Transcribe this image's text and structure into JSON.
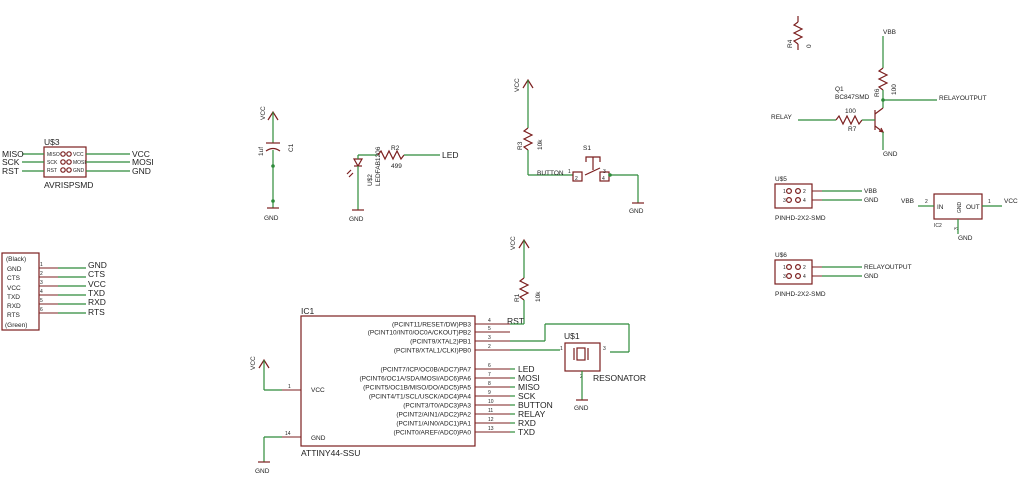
{
  "parts": {
    "u3": {
      "name": "U$3",
      "value": "AVRISPSMD",
      "pads": [
        "MISO",
        "SCK",
        "RST",
        "VCC",
        "MOSI",
        "GND"
      ],
      "left_nets": [
        "MISO",
        "SCK",
        "RST"
      ],
      "right_nets": [
        "VCC",
        "MOSI",
        "GND"
      ]
    },
    "ftdi": {
      "top": "(Black)",
      "bottom": "(Green)",
      "pins": [
        "GND",
        "CTS",
        "VCC",
        "TXD",
        "RXD",
        "RTS"
      ],
      "pin_nums": [
        "1",
        "2",
        "3",
        "4",
        "5",
        "6"
      ],
      "nets": [
        "GND",
        "CTS",
        "VCC",
        "TXD",
        "RXD",
        "RTS"
      ]
    },
    "c1": {
      "name": "C1",
      "value": "1uf",
      "top_net": "VCC",
      "bottom_net": "GND"
    },
    "u2": {
      "name": "U$2",
      "value": "LEDFAB1206",
      "bottom_net": "GND"
    },
    "r2": {
      "name": "R2",
      "value": "499",
      "net": "LED"
    },
    "r3": {
      "name": "R3",
      "value": "10k",
      "top_net": "VCC",
      "net": "BUTTON"
    },
    "s1": {
      "name": "S1",
      "pins": [
        "1",
        "2",
        "3",
        "4"
      ],
      "right_net": "GND"
    },
    "r1": {
      "name": "R1",
      "value": "10k",
      "top_net": "VCC",
      "net": "RST"
    },
    "ic1": {
      "name": "IC1",
      "value": "ATTINY44-SSU",
      "left_pins": [
        {
          "num": "1",
          "name": "VCC",
          "net": "VCC"
        },
        {
          "num": "14",
          "name": "GND",
          "net": "GND"
        }
      ],
      "right_pins": [
        {
          "num": "4",
          "name": "(PCINT11/RESET/DW)PB3",
          "net": "RST"
        },
        {
          "num": "5",
          "name": "(PCINT10/INT0/OC0A/CKOUT)PB2",
          "net": ""
        },
        {
          "num": "3",
          "name": "(PCINT9/XTAL2)PB1",
          "net": ""
        },
        {
          "num": "2",
          "name": "(PCINT8/XTAL1/CLKI)PB0",
          "net": ""
        },
        {
          "num": "6",
          "name": "(PCINT7/ICP/OC0B/ADC7)PA7",
          "net": "LED"
        },
        {
          "num": "7",
          "name": "(PCINT6/OC1A/SDA/MOSI/ADC6)PA6",
          "net": "MOSI"
        },
        {
          "num": "8",
          "name": "(PCINT5/OC1B/MISO/DO/ADC5)PA5",
          "net": "MISO"
        },
        {
          "num": "9",
          "name": "(PCINT4/T1/SCL/USCK/ADC4)PA4",
          "net": "SCK"
        },
        {
          "num": "10",
          "name": "(PCINT3/T0/ADC3)PA3",
          "net": "BUTTON"
        },
        {
          "num": "11",
          "name": "(PCINT2/AIN1/ADC2)PA2",
          "net": "RELAY"
        },
        {
          "num": "12",
          "name": "(PCINT1/AIN0/ADC1)PA1",
          "net": "RXD"
        },
        {
          "num": "13",
          "name": "(PCINT0/AREF/ADC0)PA0",
          "net": "TXD"
        }
      ]
    },
    "u1": {
      "name": "U$1",
      "value": "RESONATOR",
      "pins": [
        "1",
        "2",
        "3"
      ],
      "bottom_net": "GND"
    },
    "r4": {
      "name": "R4",
      "value": "0"
    },
    "q1": {
      "name": "Q1",
      "value": "BC847SMD",
      "top_net": "VBB",
      "bottom_net": "GND",
      "out_net": "RELAYOUTPUT"
    },
    "r6": {
      "name": "R6",
      "value": "100"
    },
    "r7": {
      "name": "R7",
      "value": "100",
      "net": "RELAY"
    },
    "u5": {
      "name": "U$5",
      "value": "PINHD-2X2-SMD",
      "pins": [
        "1",
        "2",
        "3",
        "4"
      ],
      "nets": [
        "VBB",
        "GND"
      ]
    },
    "u6": {
      "name": "U$6",
      "value": "PINHD-2X2-SMD",
      "pins": [
        "1",
        "2",
        "3",
        "4"
      ],
      "nets": [
        "RELAYOUTPUT",
        "GND"
      ]
    },
    "ic2": {
      "name": "IC2",
      "pins": [
        "IN",
        "GND",
        "OUT"
      ],
      "pin_nums": [
        "2",
        "3",
        "1"
      ],
      "left_net": "VBB",
      "right_net": "VCC",
      "bottom_net": "GND"
    }
  },
  "colors": {
    "part": "#7b1f1f",
    "wire": "#2e8b3a",
    "text": "#222222"
  }
}
